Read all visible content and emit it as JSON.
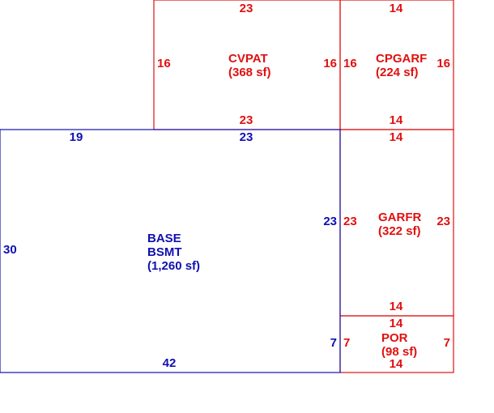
{
  "colors": {
    "living_area": "#1010b0",
    "other_area": "#e01010"
  },
  "areas": {
    "cvpat": {
      "name": "CVPAT",
      "size": "(368 sf)",
      "dim_top": "23",
      "dim_bottom": "23",
      "dim_left": "16",
      "dim_right": "16"
    },
    "cpgarf": {
      "name": "CPGARF",
      "size": "(224 sf)",
      "dim_top": "14",
      "dim_bottom": "14",
      "dim_left": "16",
      "dim_right": "16"
    },
    "base": {
      "name_line1": "BASE",
      "name_line2": "BSMT",
      "size": "(1,260 sf)",
      "dim_top_left": "19",
      "dim_top_right": "23",
      "dim_left": "30",
      "dim_right_upper": "23",
      "dim_right_lower": "7",
      "dim_bottom": "42"
    },
    "garfr": {
      "name": "GARFR",
      "size": "(322 sf)",
      "dim_top": "14",
      "dim_bottom": "14",
      "dim_left": "23",
      "dim_right": "23"
    },
    "por": {
      "name": "POR",
      "size": "(98 sf)",
      "dim_top": "14",
      "dim_bottom": "14",
      "dim_left": "7",
      "dim_right": "7"
    }
  }
}
